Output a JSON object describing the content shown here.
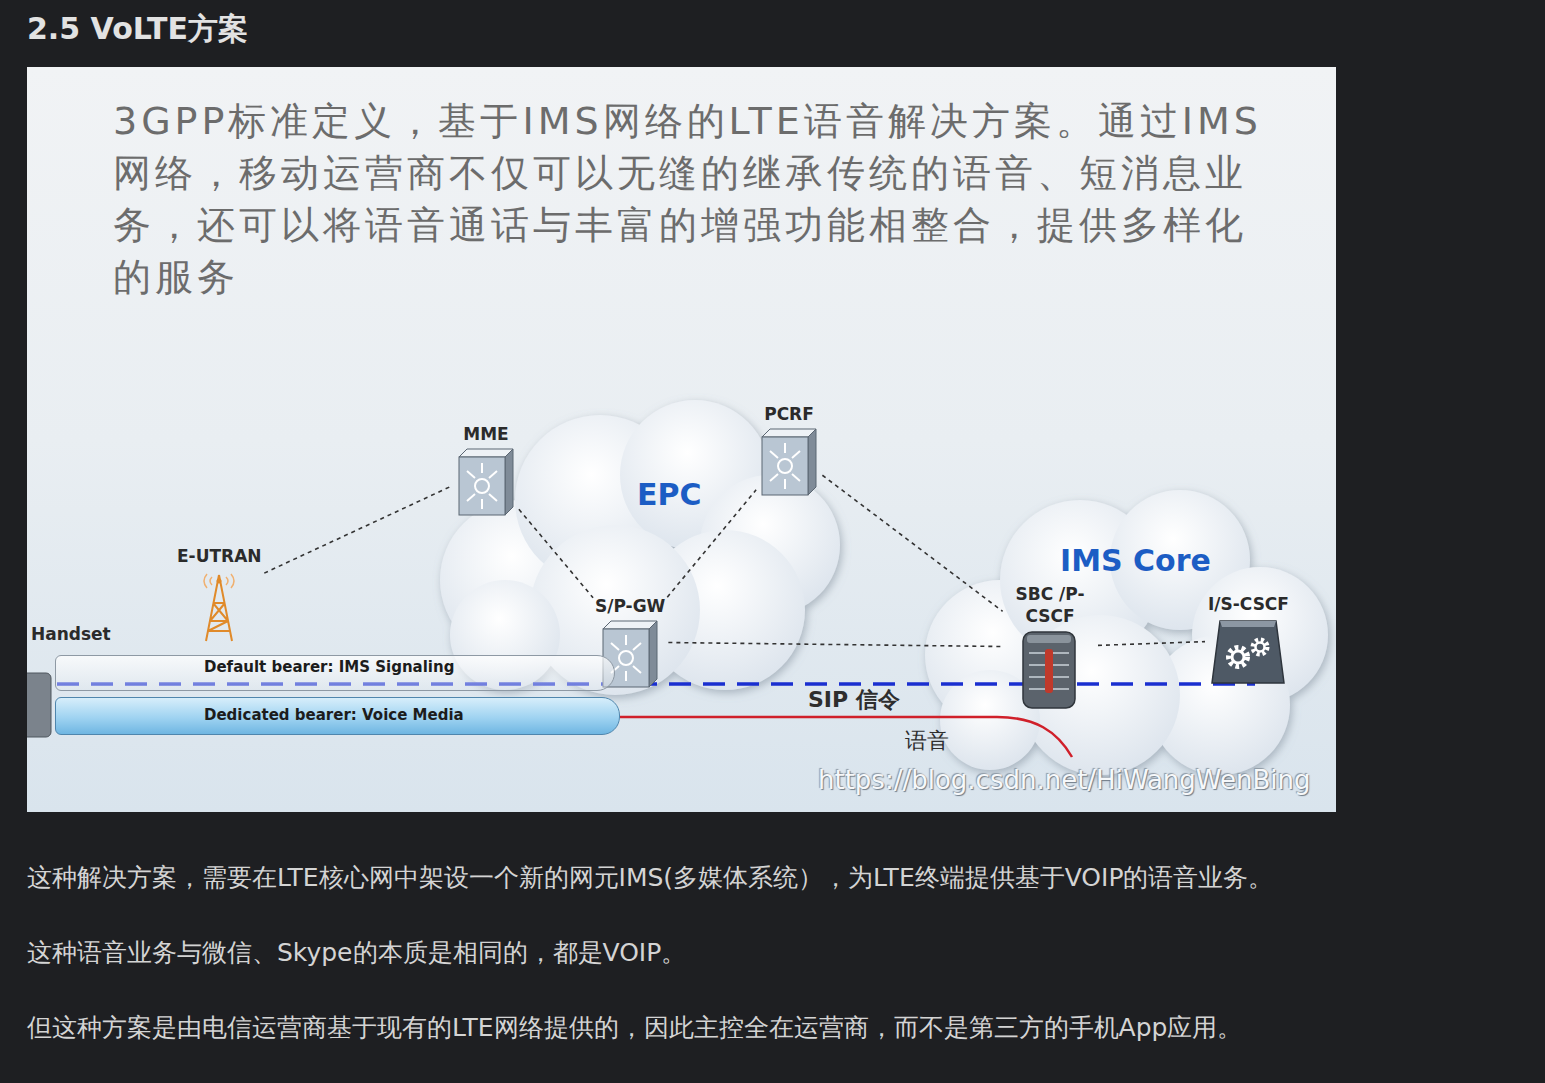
{
  "diagram": {
    "title": "2.5 VoLTE方案",
    "nodes": [
      {
        "text": [
          "Handset"
        ]
      },
      {
        "text": [
          "E-UTRAN"
        ]
      },
      {
        "text": [
          "EPC"
        ]
      },
      {
        "text": [
          "MME"
        ],
        "in": 2
      },
      {
        "text": [
          "PCRF"
        ],
        "in": 2
      },
      {
        "text": [
          "S/P-GW"
        ],
        "in": 2
      },
      {
        "text": [
          "IMS Core"
        ]
      },
      {
        "text": [
          "SBC /P-CSCF"
        ],
        "in": 6
      },
      {
        "text": [
          "I/S-CSCF"
        ],
        "in": 6
      },
      {
        "text": [
          "Default bearer: IMS Signaling"
        ]
      },
      {
        "text": [
          "Dedicated bearer: Voice Media"
        ]
      }
    ],
    "edges": [
      {
        "from": 1,
        "to": 3,
        "arrow": "none"
      },
      {
        "from": 3,
        "to": 5,
        "arrow": "none"
      },
      {
        "from": 5,
        "to": 4,
        "arrow": "none"
      },
      {
        "from": 4,
        "to": 7,
        "arrow": "none"
      },
      {
        "from": 5,
        "to": 7,
        "arrow": "none"
      },
      {
        "from": 7,
        "to": 8,
        "arrow": "none"
      }
    ],
    "labels": [
      "3GPP标准定义，基于IMS网络的LTE语音解决方案。通过IMS网络，移动运营商不仅可以无缝的继承传统的语音、短消息业务，还可以将语音通话与丰富的增强功能相整合，提供多样化的服务",
      "SIP 信令",
      "语音",
      "https://blog.csdn.net/HiWangWenBing",
      "这种解决方案，需要在LTE核心网中架设一个新的网元IMS(多媒体系统），为LTE终端提供基于VOIP的语音业务。",
      "这种语音业务与微信、Skype的本质是相同的，都是VOIP。",
      "但这种方案是由电信运营商基于现有的LTE网络提供的，因此主控全在运营商，而不是第三方的手机App应用。"
    ]
  }
}
